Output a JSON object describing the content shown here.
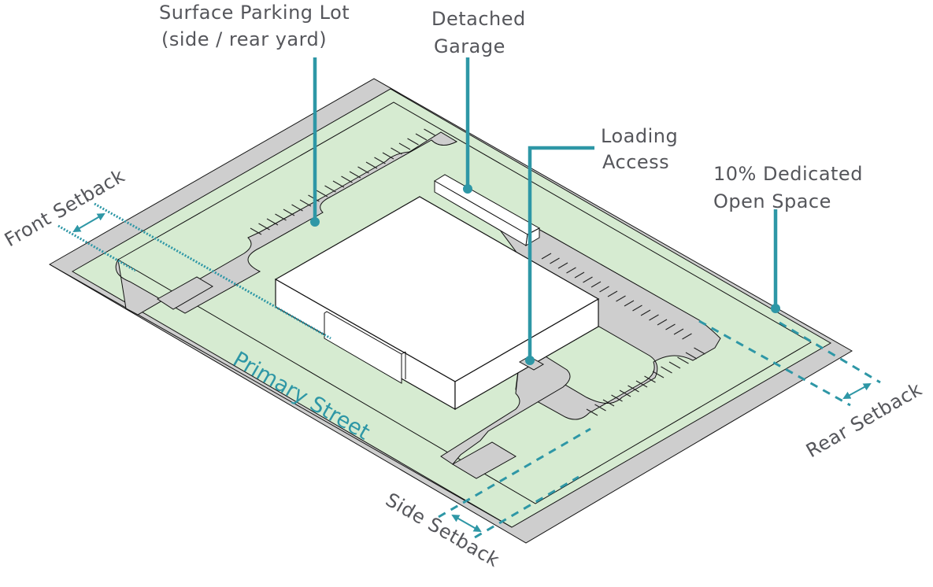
{
  "diagram": {
    "title": "Site layout axonometric",
    "colors": {
      "street": "#cecece",
      "open_space": "#d6ebd1",
      "building": "#ffffff",
      "accent": "#2e97a6",
      "label_text": "#55565b",
      "outline": "#111111"
    },
    "labels": {
      "parking": {
        "line1": "Surface Parking Lot",
        "line2": "(side / rear yard)"
      },
      "garage": {
        "line1": "Detached",
        "line2": "Garage"
      },
      "loading": {
        "line1": "Loading",
        "line2": "Access"
      },
      "open_space": {
        "line1": "10% Dedicated",
        "line2": "Open Space"
      },
      "front_setback": "Front Setback",
      "side_setback": "Side Setback",
      "rear_setback": "Rear Setback",
      "primary_street": "Primary Street"
    },
    "callout_icons": {
      "leader": "leader-line",
      "marker": "dot-marker",
      "dimension": "double-arrow"
    }
  }
}
